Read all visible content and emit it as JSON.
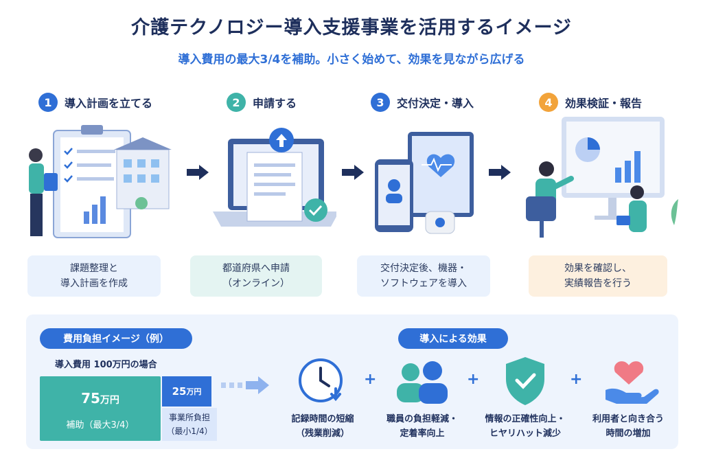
{
  "header": {
    "title": "介護テクノロジー導入支援事業を活用するイメージ",
    "subtitle": "導入費用の最大3/4を補助。小さく始めて、効果を見ながら広げる"
  },
  "steps": [
    {
      "number": "1",
      "label": "導入計画を立てる",
      "caption_line1": "課題整理と",
      "caption_line2": "導入計画を作成",
      "color": "#2f6fd6"
    },
    {
      "number": "2",
      "label": "申請する",
      "caption_line1": "都道府県へ申請",
      "caption_line2": "（オンライン）",
      "color": "#3fb3a8"
    },
    {
      "number": "3",
      "label": "交付決定・導入",
      "caption_line1": "交付決定後、機器・",
      "caption_line2": "ソフトウェアを導入",
      "color": "#2f6fd6"
    },
    {
      "number": "4",
      "label": "効果検証・報告",
      "caption_line1": "効果を確認し、",
      "caption_line2": "実績報告を行う",
      "color": "#f2a33a"
    }
  ],
  "cost": {
    "pill": "費用負担イメージ（例）",
    "case": "導入費用 100万円の場合",
    "subsidy_value": "75",
    "subsidy_unit": "万円",
    "subsidy_label": "補助（最大3/4）",
    "self_value": "25",
    "self_unit": "万円",
    "self_label_line1": "事業所負担",
    "self_label_line2": "（最小1/4）"
  },
  "effects": {
    "pill": "導入による効果",
    "items": [
      {
        "icon": "clock-icon",
        "line1": "記録時間の短縮",
        "line2": "（残業削減）"
      },
      {
        "icon": "staff-icon",
        "line1": "職員の負担軽減・",
        "line2": "定着率向上"
      },
      {
        "icon": "shield-check-icon",
        "line1": "情報の正確性向上・",
        "line2": "ヒヤリハット減少"
      },
      {
        "icon": "heart-hand-icon",
        "line1": "利用者と向き合う",
        "line2": "時間の増加"
      }
    ],
    "plus": "+"
  }
}
